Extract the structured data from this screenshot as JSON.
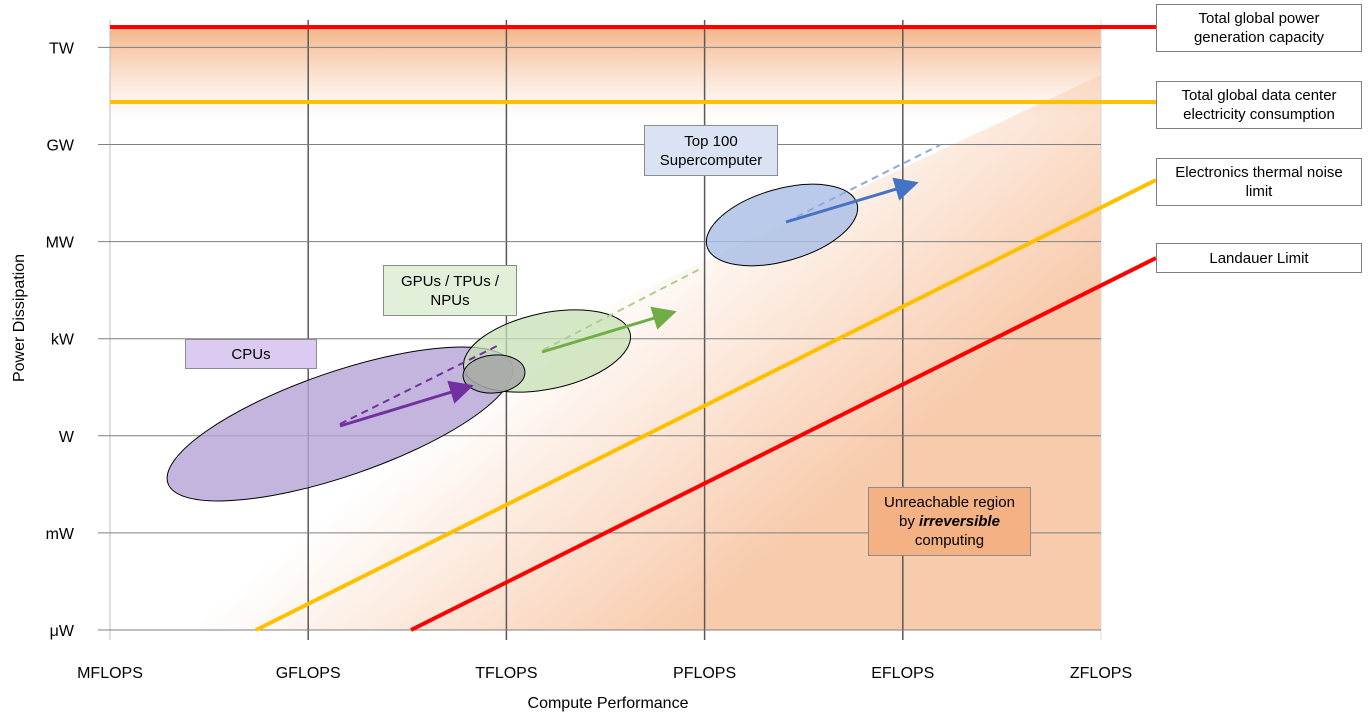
{
  "chart_data": {
    "type": "scatter",
    "xlabel": "Compute Performance",
    "ylabel": "Power Dissipation",
    "x_ticks": [
      "MFLOPS",
      "GFLOPS",
      "TFLOPS",
      "PFLOPS",
      "EFLOPS",
      "ZFLOPS"
    ],
    "y_ticks": [
      "μW",
      "mW",
      "W",
      "kW",
      "MW",
      "GW",
      "TW"
    ],
    "grid": true,
    "horizontal_limits": [
      {
        "name": "Total global power generation capacity",
        "y": "TW-level",
        "color": "#ff0000"
      },
      {
        "name": "Total global data center electricity consumption",
        "y": "sub-TW",
        "color": "#ffc000"
      }
    ],
    "diagonal_limits": [
      {
        "name": "Electronics thermal noise limit",
        "color": "#ffc000"
      },
      {
        "name": "Landauer Limit",
        "color": "#ff0000"
      }
    ],
    "regions": [
      {
        "name": "CPUs",
        "color": "#7030a0"
      },
      {
        "name": "GPUs / TPUs / NPUs",
        "color": "#70ad47"
      },
      {
        "name": "Top 100 Supercomputer",
        "color": "#4472c4"
      }
    ],
    "annotation": {
      "pre": "Unreachable region",
      "by": "by",
      "emph": "irreversible",
      "post": "computing"
    }
  },
  "legend": {
    "power_generation": [
      "Total global power",
      "generation capacity"
    ],
    "data_center": [
      "Total global data center",
      "electricity consumption"
    ],
    "thermal_noise": [
      "Electronics thermal noise",
      "limit"
    ],
    "landauer": "Landauer Limit"
  },
  "labels": {
    "cpus": "CPUs",
    "gpus": [
      "GPUs / TPUs /",
      "NPUs"
    ],
    "supercomputer": [
      "Top 100",
      "Supercomputer"
    ]
  }
}
